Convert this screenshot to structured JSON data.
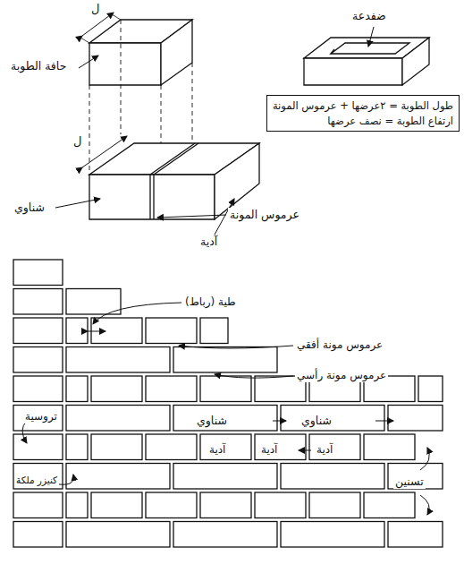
{
  "diagram": {
    "nodes": [
      {
        "text": [
          "طول الطوبة = ٢عرضها + عرموس المونة",
          "ارتفاع الطوبة = نصف عرضها"
        ]
      }
    ],
    "labels": [
      "ل",
      "حافة الطوبة",
      "ضفدعة",
      "ل",
      "شناوي",
      "عرموس المونة",
      "آدية",
      "طية (رباط)",
      "عرموس مونة أفقي",
      "عرموس مونة رأسي",
      "تروسية",
      "شناوي",
      "شناوي",
      "آدية",
      "آدية",
      "آدية",
      "كنيزر ملكة",
      "تسنين"
    ]
  }
}
